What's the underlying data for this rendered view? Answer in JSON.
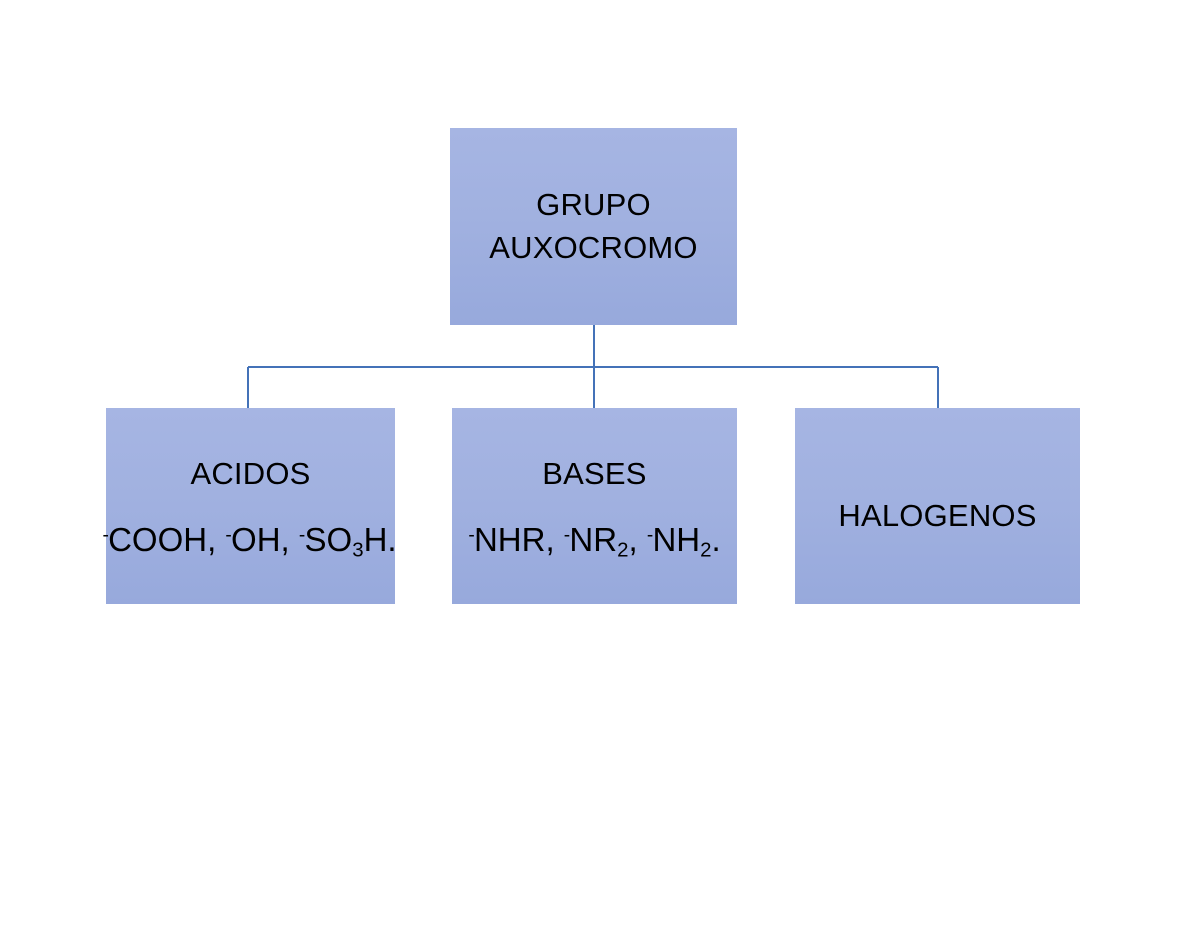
{
  "diagram": {
    "type": "hierarchy",
    "title": "GRUPO AUXOCROMO",
    "background_color": "#ffffff",
    "node_fill_top": "#a6b5e3",
    "node_fill_bottom": "#97a9dc",
    "connector_color": "#4472b8",
    "text_color": "#000000",
    "root": {
      "id": "grupo-auxocromo",
      "line1": "GRUPO",
      "line2": "AUXOCROMO"
    },
    "children": [
      {
        "id": "acidos",
        "title": "ACIDOS",
        "formula_plain": "⁻COOH, ⁻OH, ⁻SO₃H.",
        "formula_parts": [
          {
            "minus": "-",
            "text": "COOH, "
          },
          {
            "minus": "-",
            "text": "OH, "
          },
          {
            "minus": "-",
            "text": "SO",
            "sub": "3",
            "tail": "H."
          }
        ]
      },
      {
        "id": "bases",
        "title": "BASES",
        "formula_plain": "⁻NHR, ⁻NR₂, ⁻NH₂.",
        "formula_parts": [
          {
            "minus": "-",
            "text": "NHR, "
          },
          {
            "minus": "-",
            "text": "NR",
            "sub": "2",
            "tail": ", "
          },
          {
            "minus": "-",
            "text": "NH",
            "sub": "2",
            "tail": "."
          }
        ]
      },
      {
        "id": "halogenos",
        "title": "HALOGENOS",
        "formula_plain": ""
      }
    ]
  }
}
